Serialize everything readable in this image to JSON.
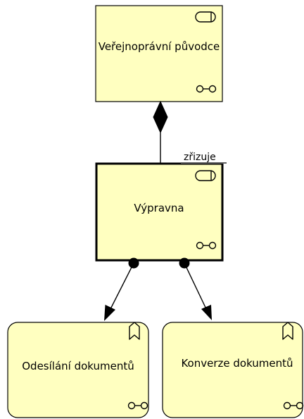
{
  "diagram": {
    "fill_color": "#ffffc0",
    "stroke_color": "#000000",
    "nodes": {
      "verejnopravni_puvodce": {
        "label": "Veřejnoprávní původce",
        "kind": "business-actor",
        "icons": [
          "service-icon",
          "glasses-icon"
        ]
      },
      "vypravna": {
        "label": "Výpravna",
        "kind": "business-actor",
        "icons": [
          "service-icon",
          "glasses-icon"
        ]
      },
      "odesilani_dokumentu": {
        "label": "Odesílání dokumentů",
        "kind": "business-function",
        "icons": [
          "function-bookmark-icon",
          "glasses-icon"
        ]
      },
      "konverze_dokumentu": {
        "label": "Konverze dokumentů",
        "kind": "business-function",
        "icons": [
          "function-bookmark-icon",
          "glasses-icon"
        ]
      }
    },
    "edges": {
      "composition": {
        "label": "zřizuje",
        "type": "composition",
        "from": "verejnopravni_puvodce",
        "to": "vypravna"
      },
      "assign_odesilani": {
        "type": "assignment",
        "from": "vypravna",
        "to": "odesilani_dokumentu"
      },
      "assign_konverze": {
        "type": "assignment",
        "from": "vypravna",
        "to": "konverze_dokumentu"
      }
    }
  }
}
